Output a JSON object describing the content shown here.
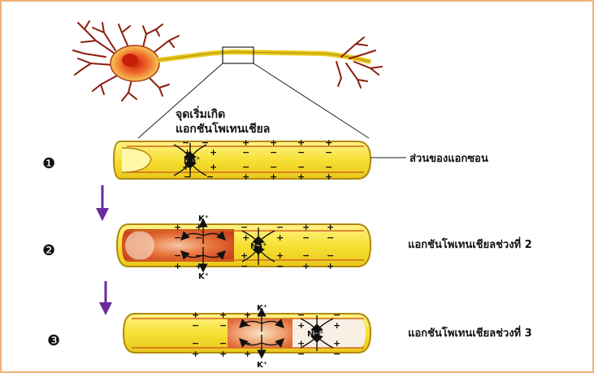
{
  "colors": {
    "frame_border": "#f0b27a",
    "axon_fill": "#f7e34a",
    "axon_outline": "#b08a10",
    "membrane_line": "#d2691e",
    "active_region": "#e8743b",
    "neuron_body": "#e8521c",
    "neuron_dendrite": "#8b1e0e",
    "step_arrow": "#6a2aa0"
  },
  "neuron": {
    "icon": "neuron-icon"
  },
  "callout": {
    "line1": "จุดเริ่มเกิด",
    "line2": "แอกชันโพเทนเชียล"
  },
  "stages": [
    {
      "marker": "❶",
      "label": "ส่วนของแอกซอน",
      "ions": {
        "na": "Na⁺"
      }
    },
    {
      "marker": "❷",
      "label": "แอกชันโพเทนเชียลช่วงที่ 2",
      "ions": {
        "na": "Na⁺",
        "k_top": "K⁺",
        "k_bottom": "K⁺"
      }
    },
    {
      "marker": "❸",
      "label": "แอกชันโพเทนเชียลช่วงที่ 3",
      "ions": {
        "na": "Na⁺",
        "k_top": "K⁺",
        "k_bottom": "K⁺"
      }
    }
  ],
  "signs": {
    "plus": "+",
    "minus": "−"
  }
}
